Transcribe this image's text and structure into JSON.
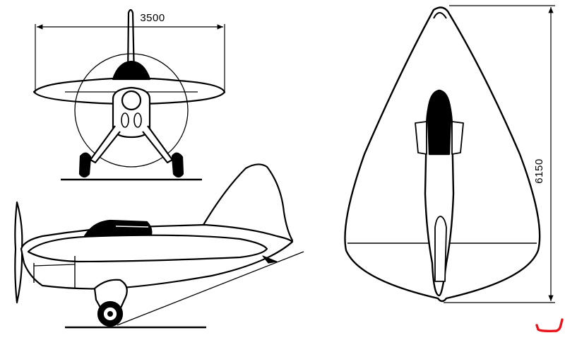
{
  "drawing": {
    "views": [
      "front-view",
      "side-view",
      "top-view"
    ],
    "dimensions": {
      "wingspan": "3500",
      "length": "6150"
    },
    "colors": {
      "line": "#000000",
      "background": "#ffffff",
      "corner_mark": "#e8131b"
    },
    "icons": [
      "propeller-icon",
      "wheel-icon",
      "canopy-icon",
      "corner-mark-icon"
    ]
  }
}
